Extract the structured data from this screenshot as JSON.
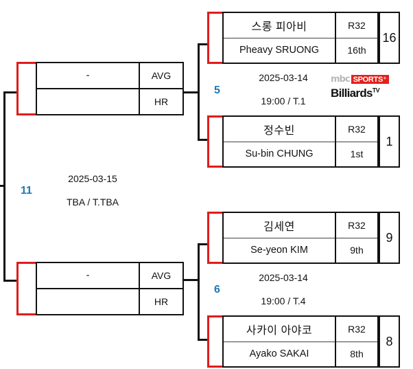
{
  "tournament": {
    "round_label": "R32",
    "broadcaster": {
      "mbc": "mbc",
      "sports": "SPORTS⁺",
      "billiards": "Billiards",
      "tv": "TV"
    }
  },
  "final_match": {
    "number": "11",
    "date": "2025-03-15",
    "time_table": "TBA /  T.TBA"
  },
  "semis": [
    {
      "number": "5",
      "date": "2025-03-14",
      "time_table": "19:00 /  T.1",
      "winner_box": {
        "name": "-",
        "avg_label": "AVG",
        "hr_label": "HR",
        "avg_value": "",
        "hr_value": ""
      }
    },
    {
      "number": "6",
      "date": "2025-03-14",
      "time_table": "19:00 /  T.4",
      "winner_box": {
        "name": "-",
        "avg_label": "AVG",
        "hr_label": "HR",
        "avg_value": "",
        "hr_value": ""
      }
    }
  ],
  "players": [
    {
      "name_kr": "스롱 피아비",
      "name_en": "Pheavy SRUONG",
      "round": "R32",
      "rank": "16th",
      "seed": "16"
    },
    {
      "name_kr": "정수빈",
      "name_en": "Su-bin CHUNG",
      "round": "R32",
      "rank": "1st",
      "seed": "1"
    },
    {
      "name_kr": "김세연",
      "name_en": "Se-yeon KIM",
      "round": "R32",
      "rank": "9th",
      "seed": "9"
    },
    {
      "name_kr": "사카이 아야코",
      "name_en": "Ayako SAKAI",
      "round": "R32",
      "rank": "8th",
      "seed": "8"
    }
  ],
  "colors": {
    "hook_red": "#e01b1b",
    "line_black": "#111111",
    "match_number_blue": "#1f78b4",
    "logo_red": "#e2211c"
  }
}
